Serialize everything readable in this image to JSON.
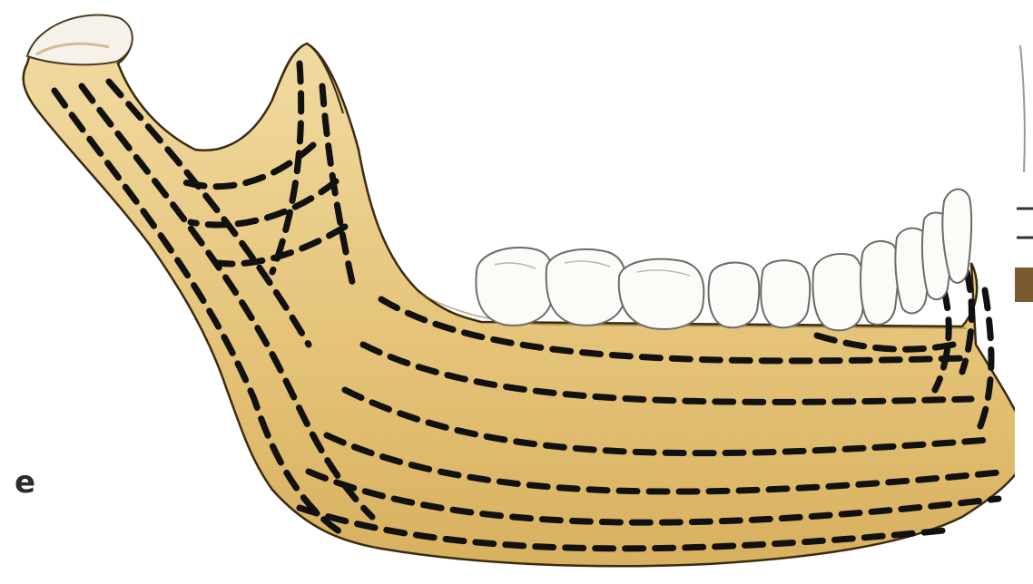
{
  "figure": {
    "panel_label": "e",
    "subject": "mandible-lateral-view-trajectories",
    "colors": {
      "bone_fill": "#e7c985",
      "bone_light": "#f3dfa8",
      "bone_shadow": "#c9a453",
      "outline": "#3a2a10",
      "trajectory_dash": "#111111",
      "tooth_fill": "#fbfbf8",
      "tooth_outline": "#6b6b6b",
      "background": "#ffffff"
    },
    "teeth_count": 10
  }
}
